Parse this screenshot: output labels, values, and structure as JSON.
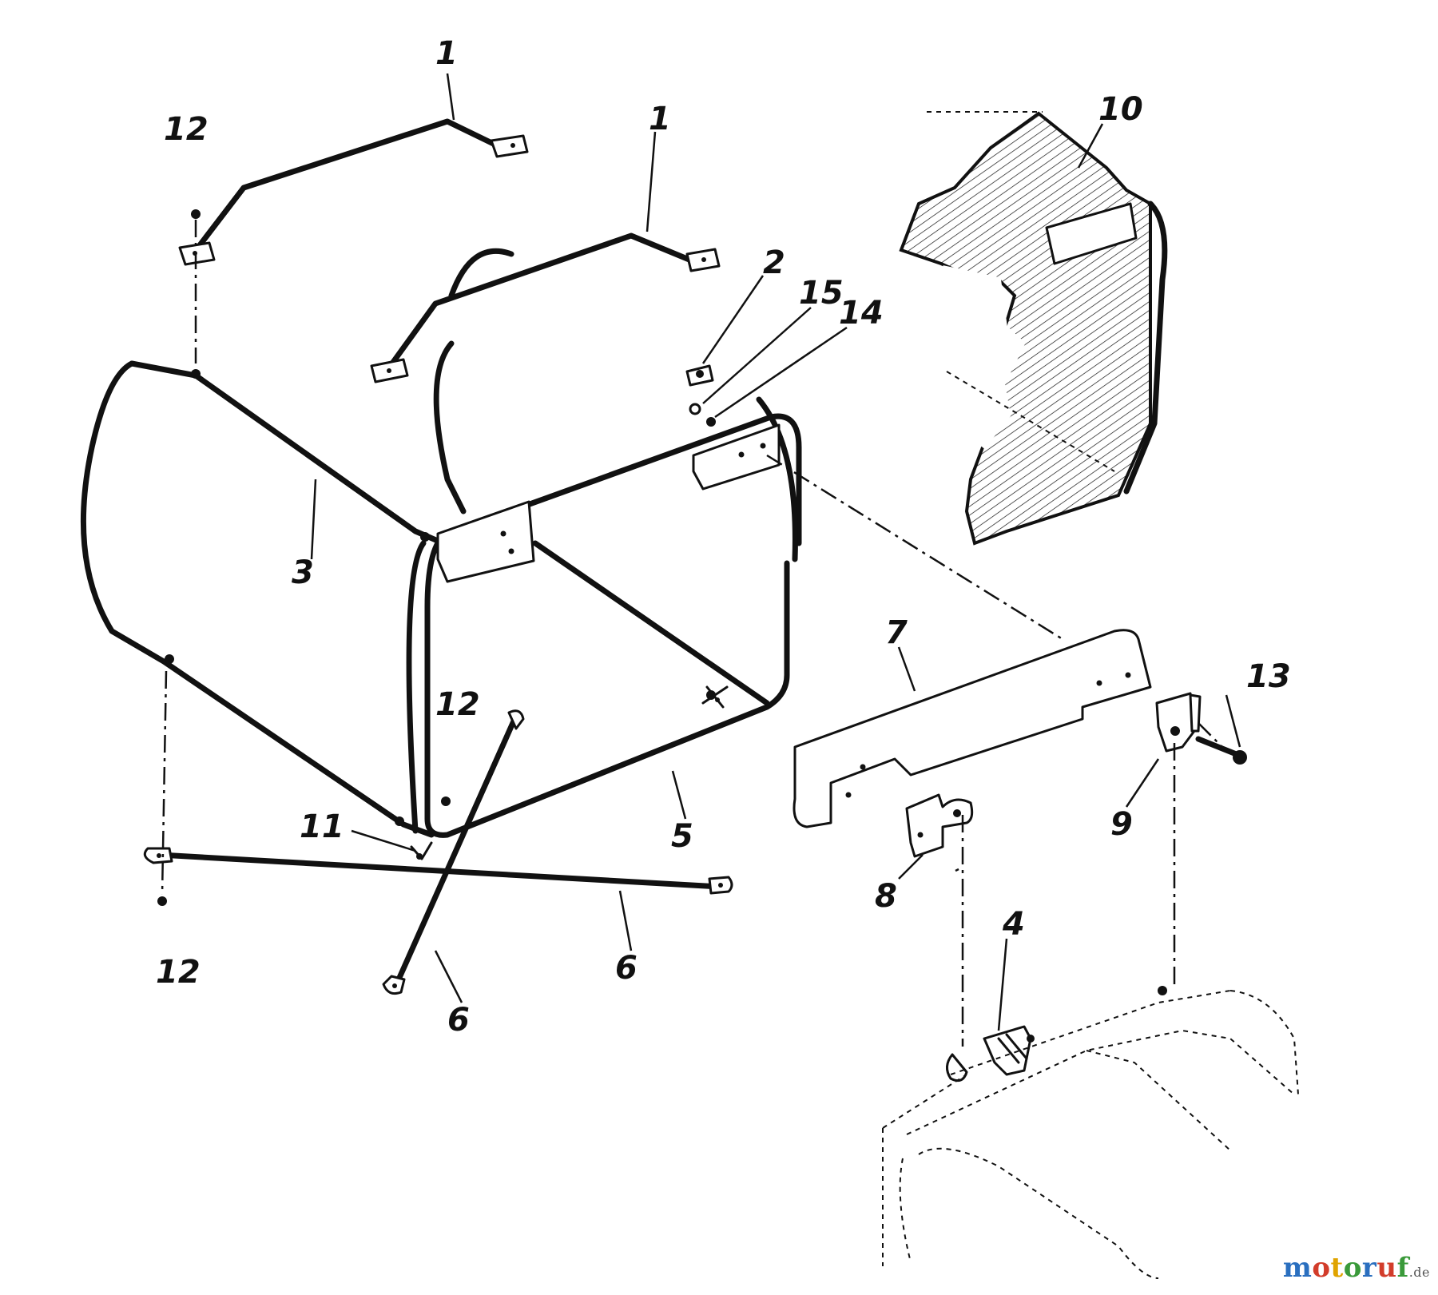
{
  "callouts": {
    "c1a": "1",
    "c1b": "1",
    "c2": "2",
    "c3": "3",
    "c4": "4",
    "c5": "5",
    "c6a": "6",
    "c6b": "6",
    "c7": "7",
    "c8": "8",
    "c9": "9",
    "c10": "10",
    "c11": "11",
    "c12a": "12",
    "c12b": "12",
    "c12c": "12",
    "c13": "13",
    "c14": "14",
    "c15": "15"
  },
  "watermark": {
    "letters": [
      "m",
      "o",
      "t",
      "o",
      "r",
      "u",
      "f"
    ],
    "letter_colors": [
      "#2a6fbf",
      "#d23c2a",
      "#e0a400",
      "#3a9a3a",
      "#2a6fbf",
      "#d23c2a",
      "#3a9a3a"
    ],
    "suffix": ".de"
  }
}
